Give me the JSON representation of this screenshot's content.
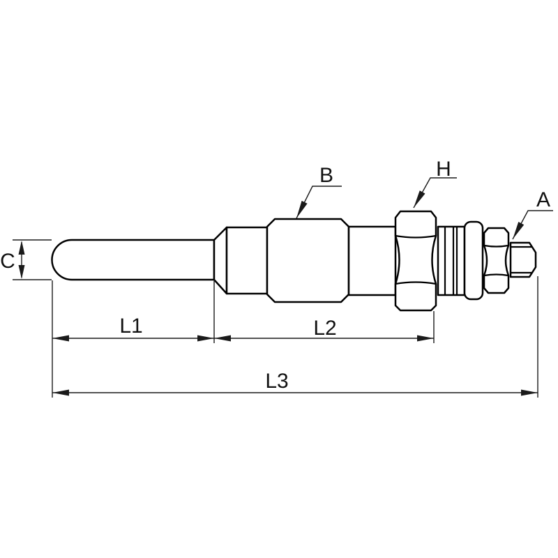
{
  "labels": {
    "rod_diameter": "C",
    "body": "B",
    "hex_nut": "H",
    "terminal_thread": "A",
    "tip_length": "L1",
    "body_length": "L2",
    "total_length": "L3"
  },
  "colors": {
    "part_outline": "#000000",
    "dimension_lines": "#1a1a1a",
    "background": "#ffffff"
  }
}
